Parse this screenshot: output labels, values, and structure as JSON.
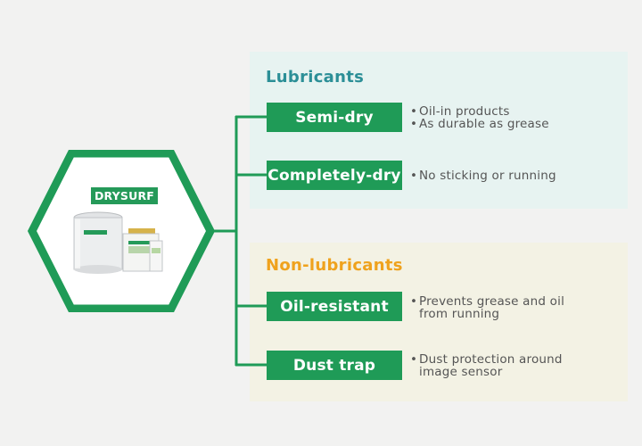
{
  "brand": {
    "name": "DRYSURF",
    "accent": "#1f9b57"
  },
  "groups": [
    {
      "title": "Lubricants",
      "title_color": "#2c8f97",
      "items": [
        {
          "label": "Semi-dry",
          "points": [
            "Oil-in products",
            "As durable as grease"
          ]
        },
        {
          "label": "Completely-dry",
          "points": [
            "No sticking or running"
          ]
        }
      ]
    },
    {
      "title": "Non-lubricants",
      "title_color": "#efa21d",
      "items": [
        {
          "label": "Oil-resistant",
          "points": [
            "Prevents grease and oil from running"
          ],
          "lines": [
            "Prevents grease and oil",
            "from running"
          ]
        },
        {
          "label": "Dust trap",
          "points": [
            "Dust protection around image sensor"
          ],
          "lines": [
            "Dust protection around",
            "image sensor"
          ]
        }
      ]
    }
  ],
  "bullet": "•"
}
